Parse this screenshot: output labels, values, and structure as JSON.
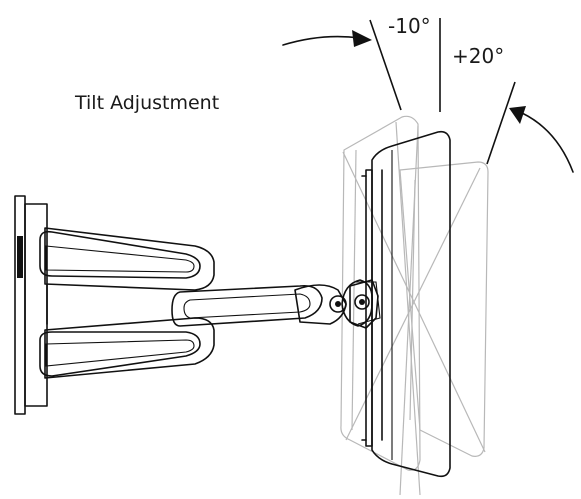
{
  "diagram": {
    "title": "Tilt Adjustment",
    "forward_tilt_label": "-10°",
    "backward_tilt_label": "+20°"
  }
}
